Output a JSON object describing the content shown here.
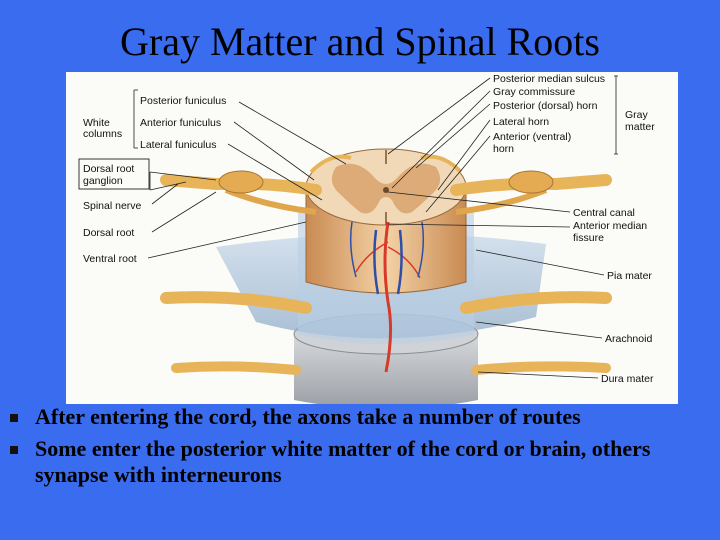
{
  "title": "Gray Matter and Spinal Roots",
  "diagram_labels": {
    "white_columns": [
      "White",
      "columns"
    ],
    "posterior_funiculus": "Posterior funiculus",
    "anterior_funiculus": "Anterior funiculus",
    "lateral_funiculus": "Lateral funiculus",
    "dorsal_root_ganglion": [
      "Dorsal root",
      "ganglion"
    ],
    "spinal_nerve": "Spinal nerve",
    "dorsal_root": "Dorsal root",
    "ventral_root": "Ventral root",
    "posterior_median_sulcus": "Posterior median sulcus",
    "gray_commissure": "Gray commissure",
    "posterior_horn": "Posterior (dorsal) horn",
    "lateral_horn": "Lateral horn",
    "anterior_horn": [
      "Anterior (ventral)",
      "horn"
    ],
    "gray_matter": [
      "Gray",
      "matter"
    ],
    "central_canal": "Central canal",
    "anterior_median_fissure": [
      "Anterior median",
      "fissure"
    ],
    "pia_mater": "Pia mater",
    "arachnoid": "Arachnoid",
    "dura_mater": "Dura mater"
  },
  "bullets": [
    "After entering the cord, the axons take a number of routes",
    "Some enter the posterior white matter of the cord or brain, others synapse with interneurons"
  ],
  "colors": {
    "background": "#3a6cf0",
    "nerve": "#e8b45a",
    "cord_white": "#f1d9b8",
    "gray_matter": "#d9a26c",
    "pia": "#a9c3dc",
    "dura": "#b9bcc0",
    "artery": "#d83a2a",
    "vein": "#2e4fa8"
  }
}
